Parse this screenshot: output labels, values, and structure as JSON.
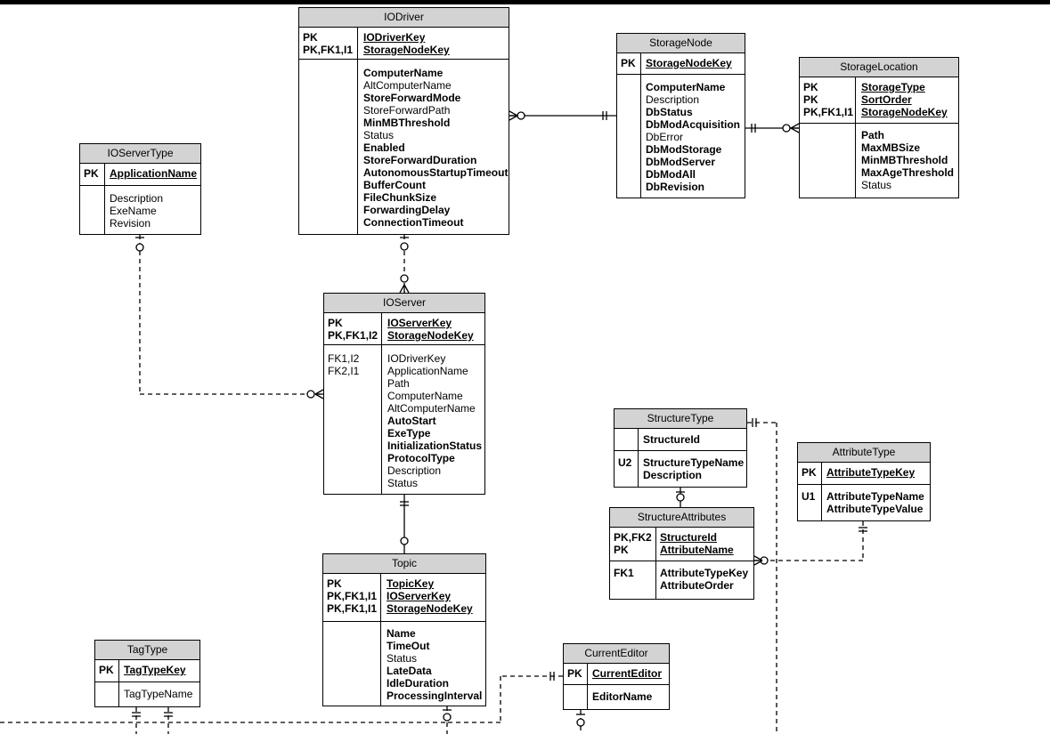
{
  "entities": {
    "iodriver": {
      "title": "IODriver",
      "pk_keys": "PK\nPK,FK1,I1",
      "pk_attrs": [
        "IODriverKey",
        "StorageNodeKey"
      ],
      "attrs": [
        {
          "n": "ComputerName",
          "b": true
        },
        {
          "n": "AltComputerName",
          "b": false
        },
        {
          "n": "StoreForwardMode",
          "b": true
        },
        {
          "n": "StoreForwardPath",
          "b": false
        },
        {
          "n": "MinMBThreshold",
          "b": true
        },
        {
          "n": "Status",
          "b": false
        },
        {
          "n": "Enabled",
          "b": true
        },
        {
          "n": "StoreForwardDuration",
          "b": true
        },
        {
          "n": "AutonomousStartupTimeout",
          "b": true
        },
        {
          "n": "BufferCount",
          "b": true
        },
        {
          "n": "FileChunkSize",
          "b": true
        },
        {
          "n": "ForwardingDelay",
          "b": true
        },
        {
          "n": "ConnectionTimeout",
          "b": true
        }
      ]
    },
    "storagenode": {
      "title": "StorageNode",
      "pk_keys": "PK",
      "pk_attrs": [
        "StorageNodeKey"
      ],
      "attrs": [
        {
          "n": "ComputerName",
          "b": true
        },
        {
          "n": "Description",
          "b": false
        },
        {
          "n": "DbStatus",
          "b": true
        },
        {
          "n": "DbModAcquisition",
          "b": true
        },
        {
          "n": "DbError",
          "b": false
        },
        {
          "n": "DbModStorage",
          "b": true
        },
        {
          "n": "DbModServer",
          "b": true
        },
        {
          "n": "DbModAll",
          "b": true
        },
        {
          "n": "DbRevision",
          "b": true
        }
      ]
    },
    "storagelocation": {
      "title": "StorageLocation",
      "pk_keys": "PK\nPK\nPK,FK1,I1",
      "pk_attrs": [
        "StorageType",
        "SortOrder",
        "StorageNodeKey"
      ],
      "attrs": [
        {
          "n": "Path",
          "b": true
        },
        {
          "n": "MaxMBSize",
          "b": true
        },
        {
          "n": "MinMBThreshold",
          "b": true
        },
        {
          "n": "MaxAgeThreshold",
          "b": true
        },
        {
          "n": "Status",
          "b": false
        }
      ]
    },
    "ioservertype": {
      "title": "IOServerType",
      "pk_keys": "PK",
      "pk_attrs": [
        "ApplicationName"
      ],
      "attrs": [
        {
          "n": "Description",
          "b": false
        },
        {
          "n": "ExeName",
          "b": false
        },
        {
          "n": "Revision",
          "b": false
        }
      ]
    },
    "ioserver": {
      "title": "IOServer",
      "pk_keys": "PK\nPK,FK1,I2",
      "pk_attrs": [
        "IOServerKey",
        "StorageNodeKey"
      ],
      "attr_keys": "FK1,I2\nFK2,I1",
      "attrs": [
        {
          "n": "IODriverKey",
          "b": false
        },
        {
          "n": "ApplicationName",
          "b": false
        },
        {
          "n": "Path",
          "b": false
        },
        {
          "n": "ComputerName",
          "b": false
        },
        {
          "n": "AltComputerName",
          "b": false
        },
        {
          "n": "AutoStart",
          "b": true
        },
        {
          "n": "ExeType",
          "b": true
        },
        {
          "n": "InitializationStatus",
          "b": true
        },
        {
          "n": "ProtocolType",
          "b": true
        },
        {
          "n": "Description",
          "b": false
        },
        {
          "n": "Status",
          "b": false
        }
      ]
    },
    "topic": {
      "title": "Topic",
      "pk_keys": "PK\nPK,FK1,I1\nPK,FK1,I1",
      "pk_attrs": [
        "TopicKey",
        "IOServerKey",
        "StorageNodeKey"
      ],
      "attrs": [
        {
          "n": "Name",
          "b": true
        },
        {
          "n": "TimeOut",
          "b": true
        },
        {
          "n": "Status",
          "b": false
        },
        {
          "n": "LateData",
          "b": true
        },
        {
          "n": "IdleDuration",
          "b": true
        },
        {
          "n": "ProcessingInterval",
          "b": true
        }
      ]
    },
    "structuretype": {
      "title": "StructureType",
      "pk_keys": "",
      "pk_attrs": [
        "StructureId"
      ],
      "pk_underline": false,
      "attr_keys": "U2",
      "attrs": [
        {
          "n": "StructureTypeName",
          "b": true
        },
        {
          "n": "Description",
          "b": true
        }
      ]
    },
    "attributetype": {
      "title": "AttributeType",
      "pk_keys": "PK",
      "pk_attrs": [
        "AttributeTypeKey"
      ],
      "attr_keys": "U1",
      "attrs": [
        {
          "n": "AttributeTypeName",
          "b": true
        },
        {
          "n": "AttributeTypeValue",
          "b": true
        }
      ]
    },
    "structureattributes": {
      "title": "StructureAttributes",
      "pk_keys": "PK,FK2\nPK",
      "pk_attrs": [
        "StructureId",
        "AttributeName"
      ],
      "attr_keys": "FK1",
      "attrs": [
        {
          "n": "AttributeTypeKey",
          "b": true
        },
        {
          "n": "AttributeOrder",
          "b": true
        }
      ]
    },
    "tagtype": {
      "title": "TagType",
      "pk_keys": "PK",
      "pk_attrs": [
        "TagTypeKey"
      ],
      "attrs": [
        {
          "n": "TagTypeName",
          "b": false
        }
      ]
    },
    "currenteditor": {
      "title": "CurrentEditor",
      "pk_keys": "PK",
      "pk_attrs": [
        "CurrentEditor"
      ],
      "attrs": [
        {
          "n": "EditorName",
          "b": true
        }
      ]
    }
  }
}
